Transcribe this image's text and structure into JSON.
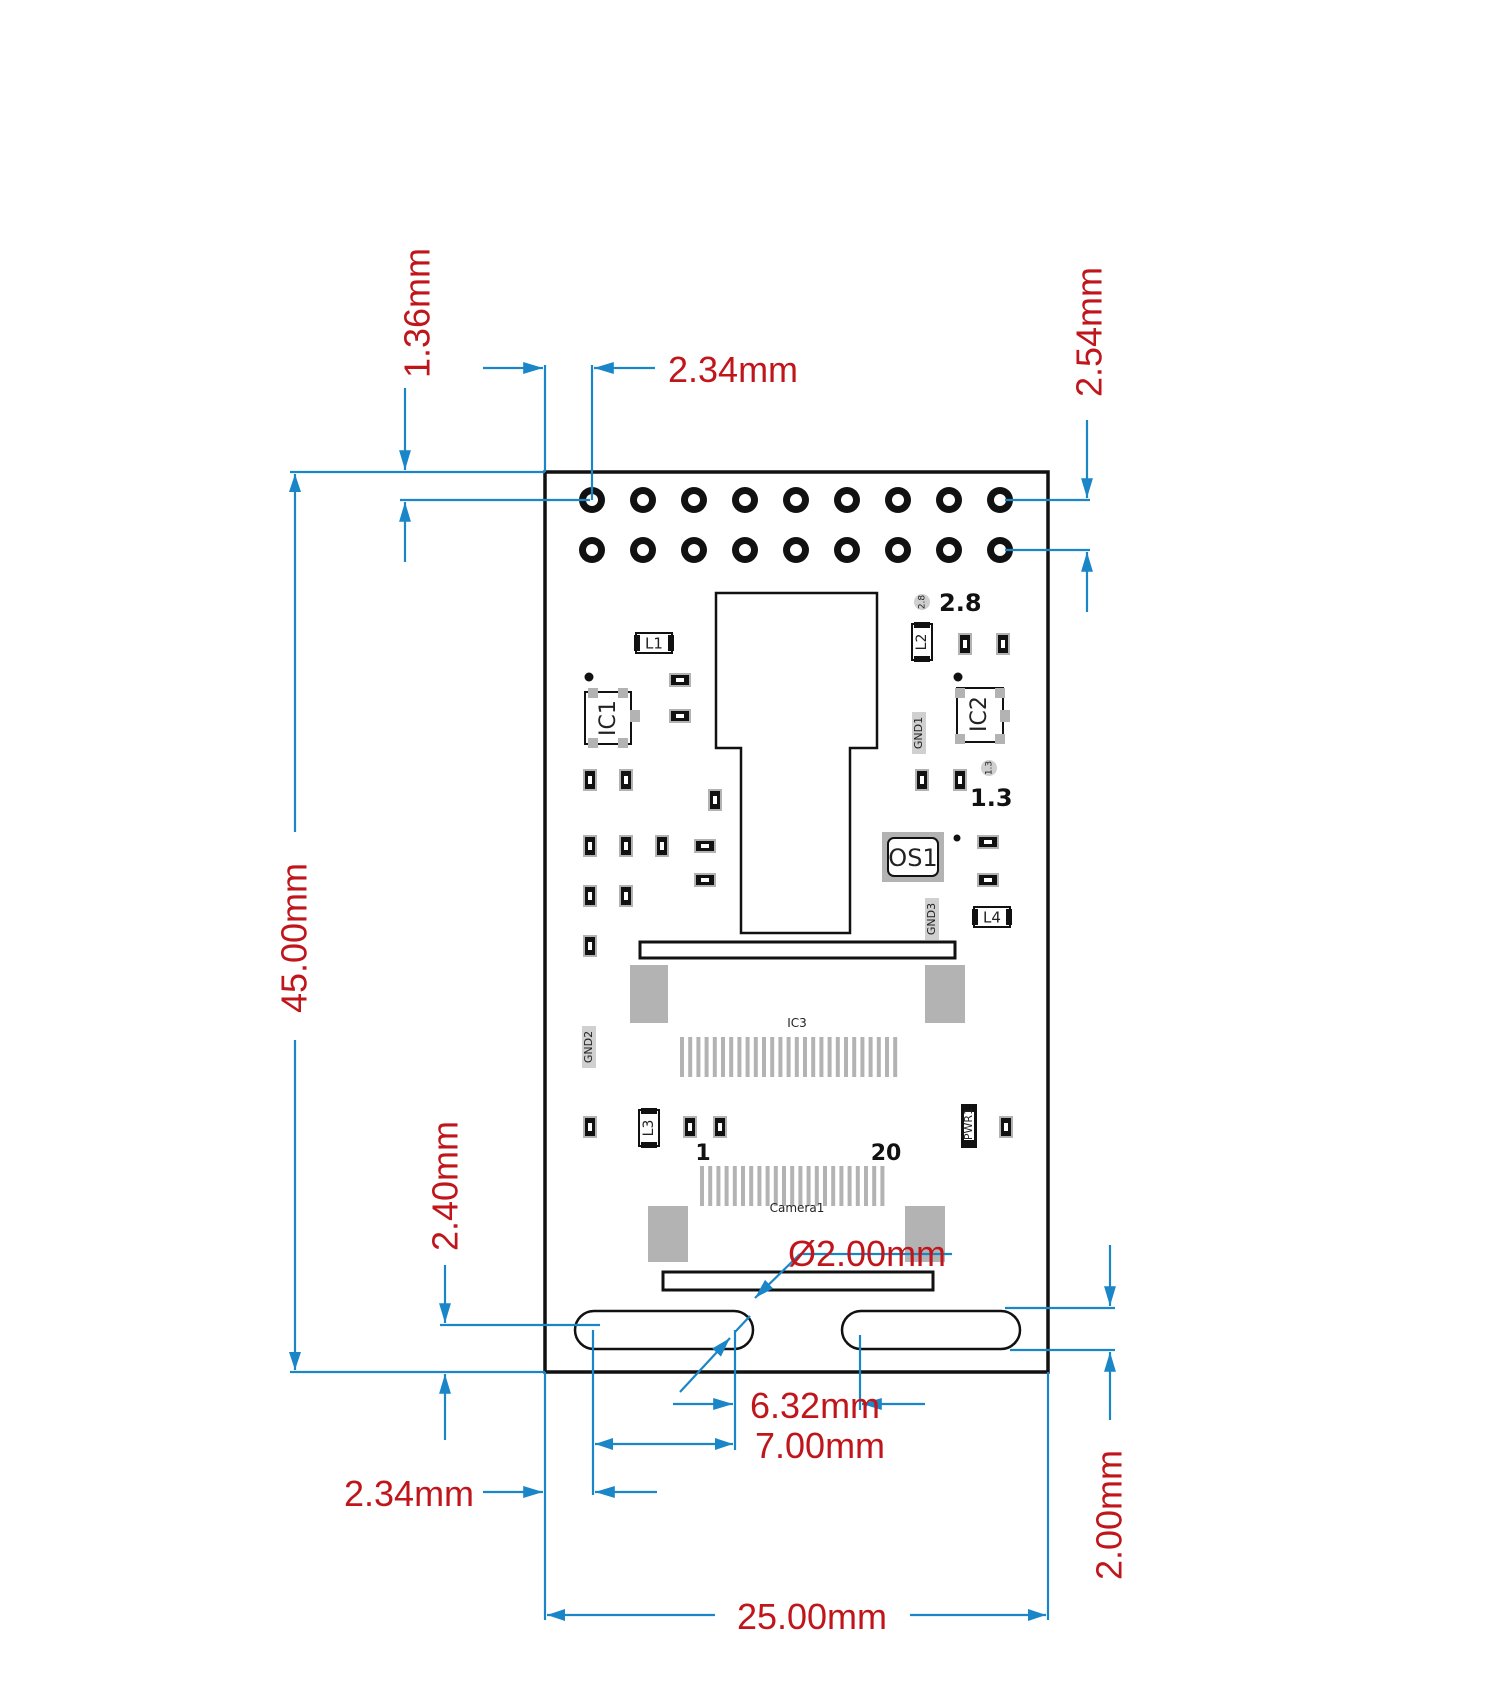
{
  "dimensions": {
    "top_offset": "1.36mm",
    "pin_offset_top": "2.34mm",
    "pin_pitch": "2.54mm",
    "height": "45.00mm",
    "slot_offset": "2.40mm",
    "hole_dia": "Ø2.00mm",
    "slot_length_inner": "6.32mm",
    "slot_length_outer": "7.00mm",
    "pin_offset_bottom": "2.34mm",
    "slot_height": "2.00mm",
    "width": "25.00mm"
  },
  "silkscreen": {
    "l1": "L1",
    "l2": "L2",
    "l3": "L3",
    "l4": "L4",
    "ic1": "IC1",
    "ic2": "IC2",
    "ic3": "IC3",
    "gnd1": "GND1",
    "gnd2": "GND2",
    "gnd3": "GND3",
    "v28": "2.8",
    "v28_small": "2.8",
    "v13": "1.3",
    "v13_small": "1.3",
    "pin1": "1",
    "pin20": "20",
    "camera": "Camera1",
    "pwr": "PWR1",
    "os1": "OS1"
  },
  "colors": {
    "dimension_text": "#c0161b",
    "dimension_line": "#1a86c8",
    "board_outline": "#111111",
    "pad_gray": "#b3b3b3"
  }
}
